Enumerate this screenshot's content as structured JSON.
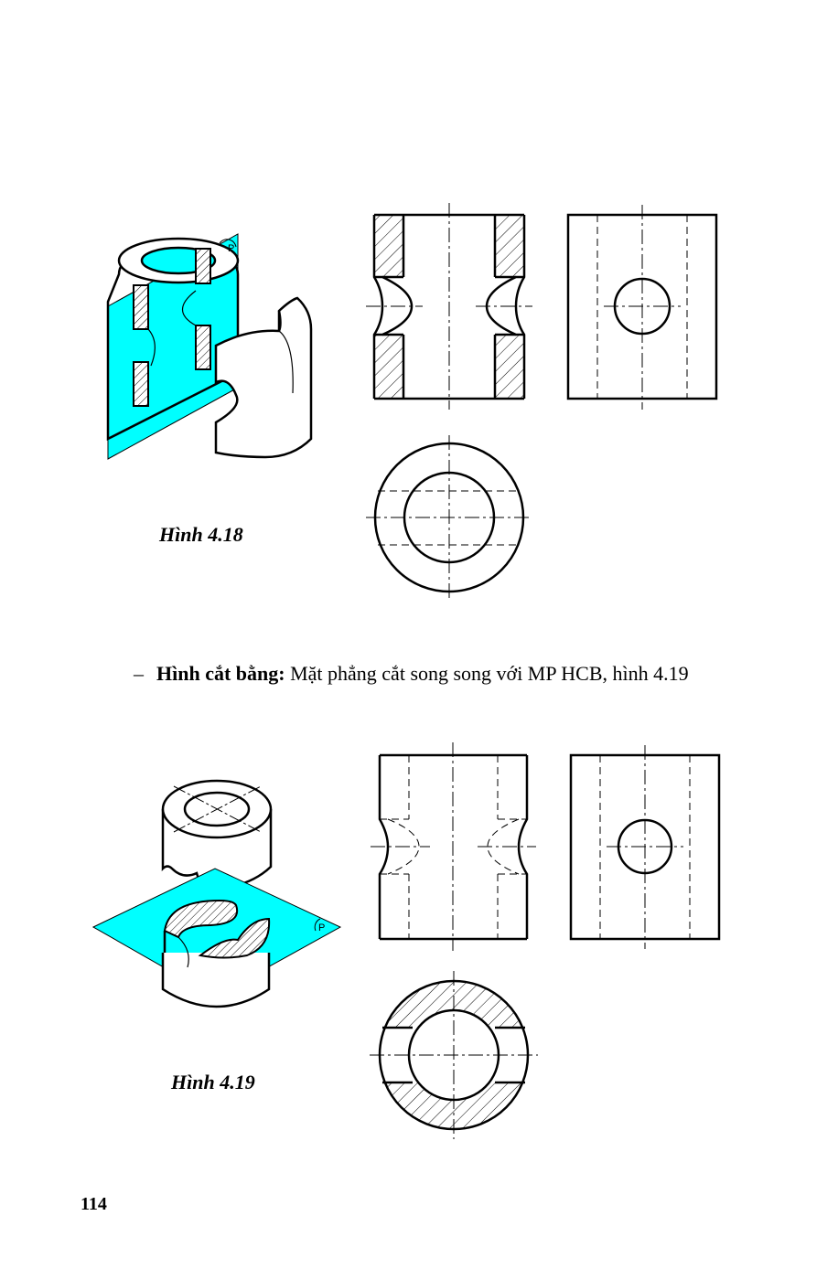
{
  "figure_1": {
    "caption": "Hình 4.18",
    "plane_label": "P"
  },
  "figure_2": {
    "caption": "Hình 4.19",
    "plane_label": "P"
  },
  "bullet": {
    "dash": "–",
    "term": "Hình cắt bằng:",
    "text": " Mặt phẳng cắt song song với MP HCB, hình 4.19"
  },
  "page_number": "114",
  "colors": {
    "cutting_plane": "#00ffff",
    "line": "#000000"
  }
}
